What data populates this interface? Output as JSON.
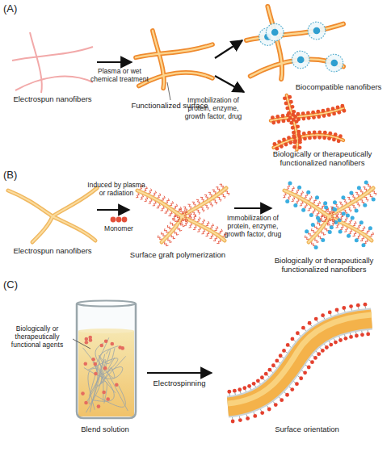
{
  "diagram": {
    "labels": [
      "(A)",
      "Plasma or wet chemical treatment",
      "Electrospun nanofibers",
      "Functionalized surface",
      "Biocompatible nanofibers",
      "Immobilization of protein, enzyme, growth factor, drug",
      "Biologically or therapeutically functionalized nanofibers",
      "(B)",
      "Induced by plasma or radiation",
      "Monomer",
      "Electrospun nanofibers",
      "Surface graft polymerization",
      "Immobilization of protein, enzyme, growth factor, drug",
      "Biologically or therapeutically functionalized nanofibers",
      "(C)",
      "Biologically or therapeutically functional agents",
      "Blend solution",
      "Electrospinning",
      "Surface orientation"
    ]
  }
}
